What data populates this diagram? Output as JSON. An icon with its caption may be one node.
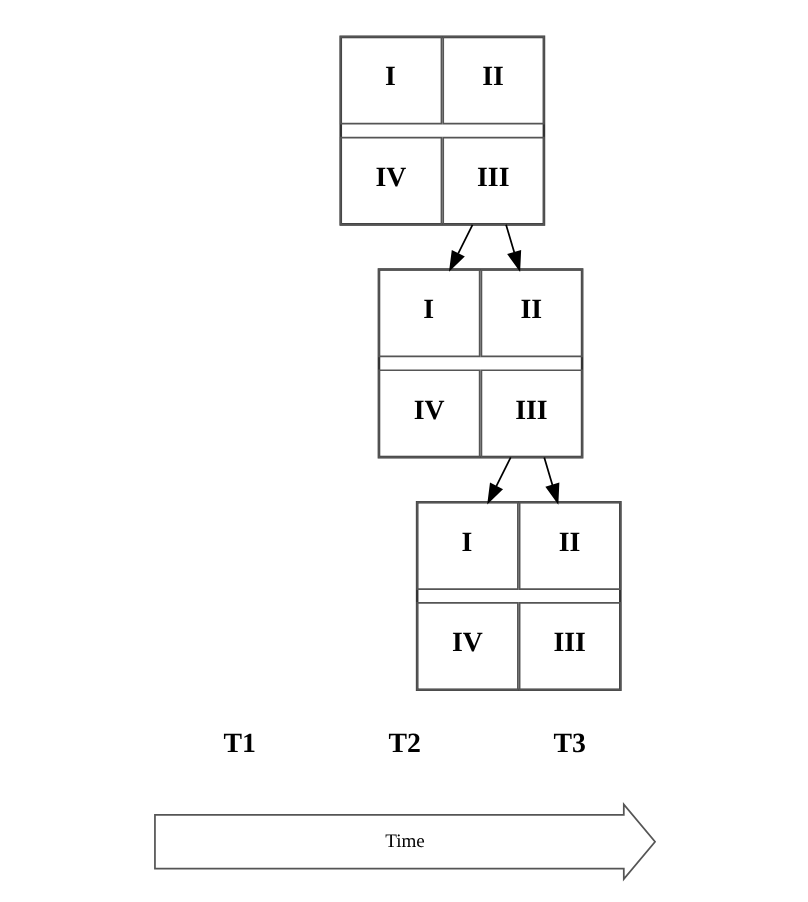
{
  "diagram": {
    "nodes": [
      {
        "text": [],
        "shape": "box"
      },
      {
        "text": [
          "I"
        ],
        "in": 0
      },
      {
        "text": [
          "II"
        ],
        "in": 0
      },
      {
        "text": [
          "IV"
        ],
        "in": 0
      },
      {
        "text": [
          "III"
        ],
        "in": 0
      },
      {
        "text": [],
        "shape": "box"
      },
      {
        "text": [
          "I"
        ],
        "in": 5
      },
      {
        "text": [
          "II"
        ],
        "in": 5
      },
      {
        "text": [
          "IV"
        ],
        "in": 5
      },
      {
        "text": [
          "III"
        ],
        "in": 5
      },
      {
        "text": [],
        "shape": "box"
      },
      {
        "text": [
          "I"
        ],
        "in": 10
      },
      {
        "text": [
          "II"
        ],
        "in": 10
      },
      {
        "text": [
          "IV"
        ],
        "in": 10
      },
      {
        "text": [
          "III"
        ],
        "in": 10
      },
      {
        "text": [
          "Time"
        ]
      }
    ],
    "edges": [
      {
        "from": 4,
        "to": 6,
        "arrow": "to"
      },
      {
        "from": 4,
        "to": 7,
        "arrow": "to"
      },
      {
        "from": 9,
        "to": 11,
        "arrow": "to"
      },
      {
        "from": 9,
        "to": 12,
        "arrow": "to"
      }
    ],
    "labels": [
      "T1",
      "T2",
      "T3"
    ]
  }
}
